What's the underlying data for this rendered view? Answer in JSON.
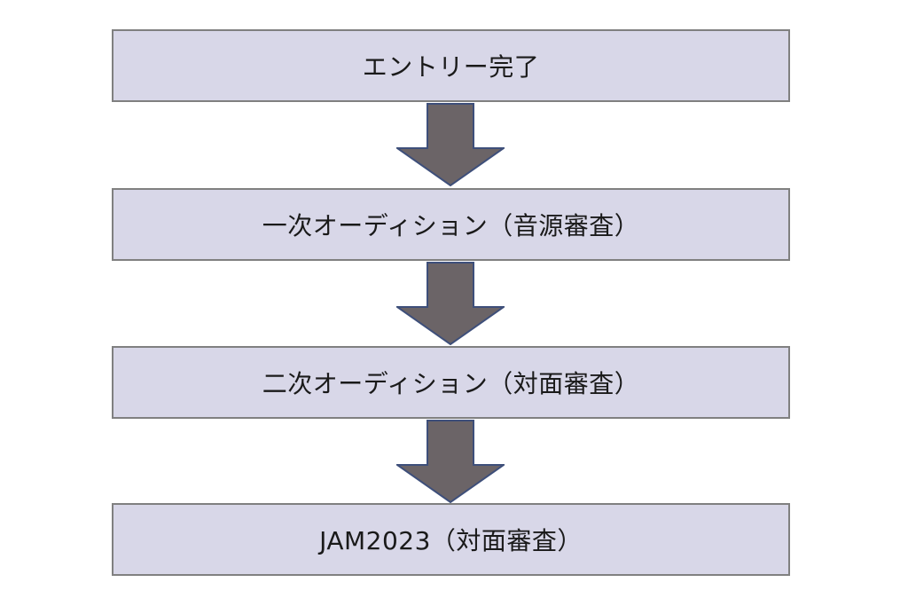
{
  "colors": {
    "box_fill": "#d8d7e8",
    "box_border": "#808080",
    "arrow_fill": "#6b6467",
    "arrow_stroke": "#3e4f7a"
  },
  "steps": [
    {
      "label": "エントリー完了"
    },
    {
      "label": "一次オーディション（音源審査）"
    },
    {
      "label": "二次オーディション（対面審査）"
    },
    {
      "label": "JAM2023（対面審査）"
    }
  ],
  "connectors": [
    {
      "icon": "down-arrow-icon"
    },
    {
      "icon": "down-arrow-icon"
    },
    {
      "icon": "down-arrow-icon"
    }
  ]
}
